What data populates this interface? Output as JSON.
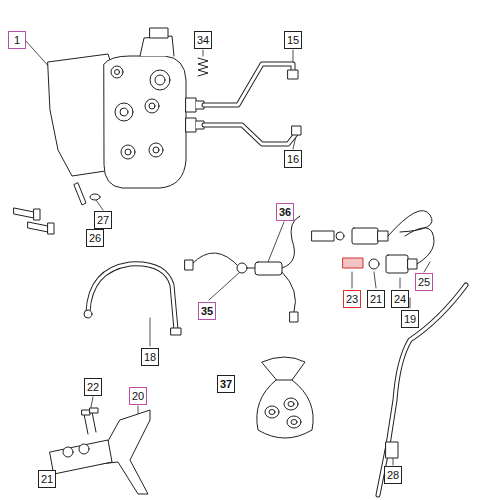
{
  "diagram": {
    "labels": [
      "1",
      "34",
      "15",
      "16",
      "27",
      "26",
      "36",
      "35",
      "23",
      "21",
      "24",
      "25",
      "18",
      "19",
      "22",
      "20",
      "37",
      "21",
      "28"
    ]
  }
}
